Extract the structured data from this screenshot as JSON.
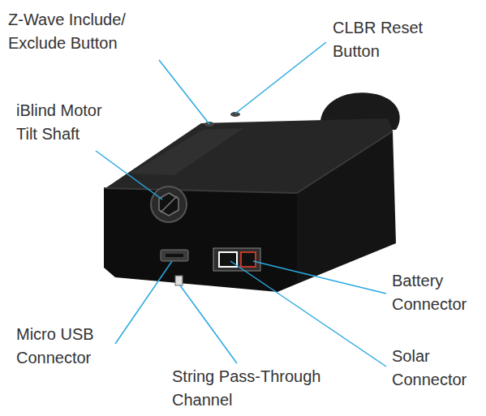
{
  "diagram": {
    "labels": [
      "Z-Wave Include/ Exclude Button",
      "CLBR Reset Button",
      "iBlind Motor Tilt Shaft",
      "Battery Connector",
      "Micro USB Connector",
      "Solar Connector",
      "String Pass-Through Channel"
    ]
  }
}
